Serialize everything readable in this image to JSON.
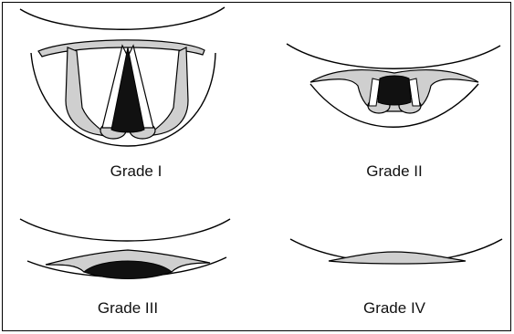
{
  "panels": [
    {
      "label": "Grade I"
    },
    {
      "label": "Grade II"
    },
    {
      "label": "Grade III"
    },
    {
      "label": "Grade IV"
    }
  ],
  "colors": {
    "stroke": "#000000",
    "tissue_fill": "#cfcfcf",
    "glottis_fill": "#111111",
    "background": "#ffffff"
  }
}
